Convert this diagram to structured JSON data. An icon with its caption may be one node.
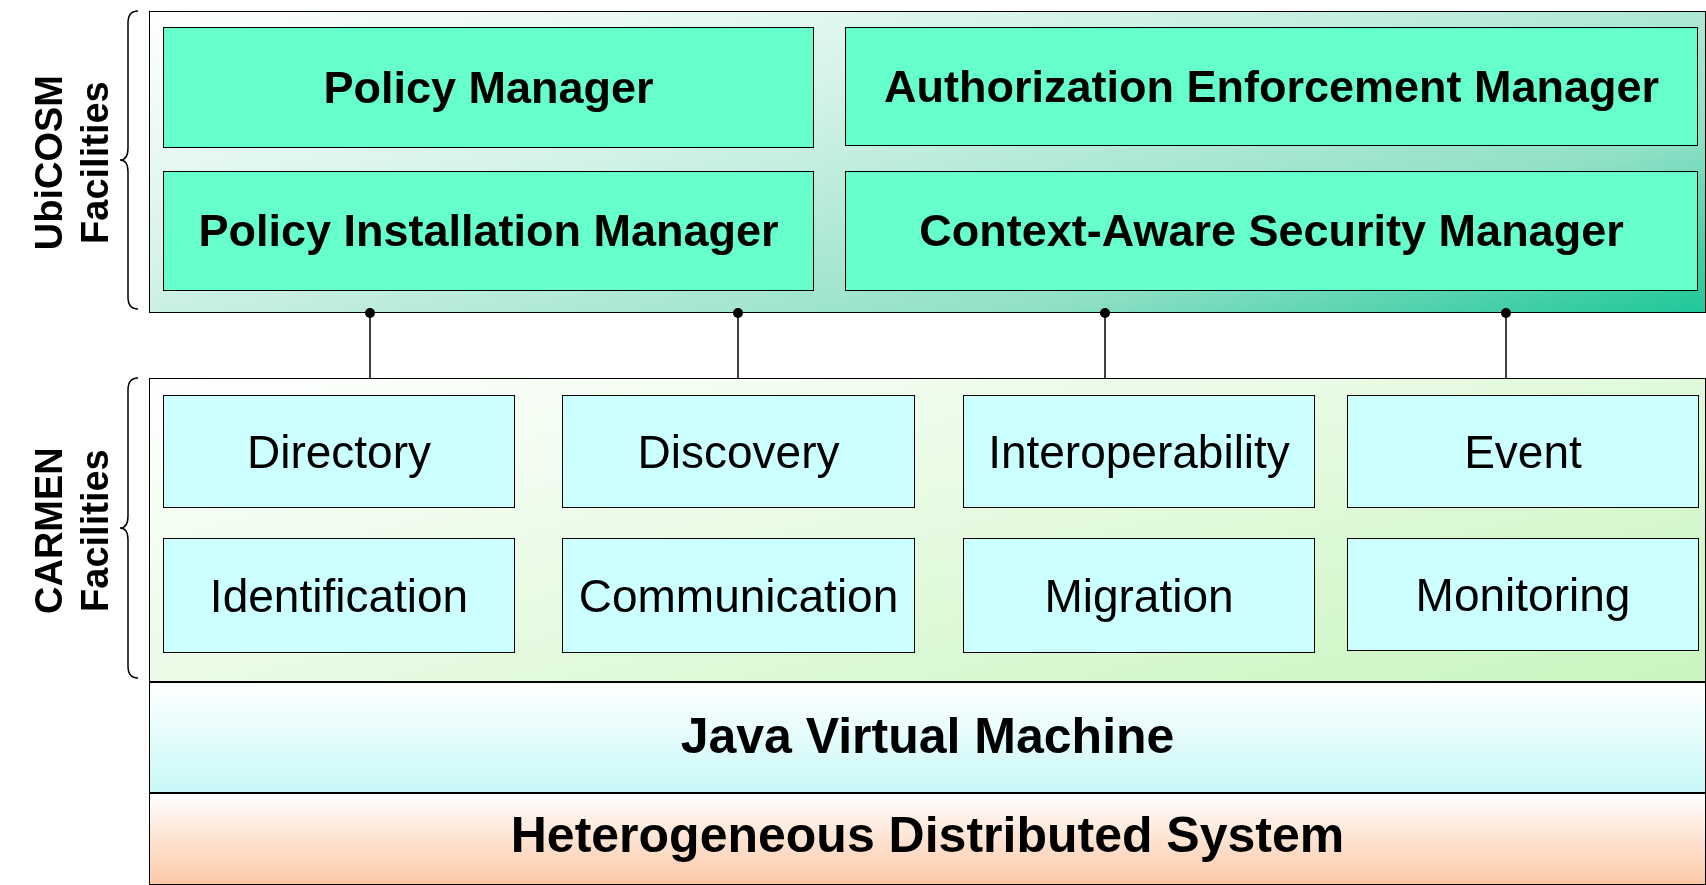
{
  "diagram": {
    "nodes": [
      {
        "text": [
          "UbiCOSM Facilities"
        ]
      },
      {
        "text": [
          "Policy Manager"
        ],
        "in": 0
      },
      {
        "text": [
          "Authorization Enforcement Manager"
        ],
        "in": 0
      },
      {
        "text": [
          "Policy Installation Manager"
        ],
        "in": 0
      },
      {
        "text": [
          "Context-Aware Security Manager"
        ],
        "in": 0
      },
      {
        "text": [
          "CARMEN Facilities"
        ]
      },
      {
        "text": [
          "Directory"
        ],
        "in": 5
      },
      {
        "text": [
          "Discovery"
        ],
        "in": 5
      },
      {
        "text": [
          "Interoperability"
        ],
        "in": 5
      },
      {
        "text": [
          "Event"
        ],
        "in": 5
      },
      {
        "text": [
          "Identification"
        ],
        "in": 5
      },
      {
        "text": [
          "Communication"
        ],
        "in": 5
      },
      {
        "text": [
          "Migration"
        ],
        "in": 5
      },
      {
        "text": [
          "Monitoring"
        ],
        "in": 5
      },
      {
        "text": [
          "Java Virtual Machine"
        ]
      },
      {
        "text": [
          "Heterogeneous Distributed System"
        ]
      }
    ],
    "edges": [
      {
        "from": 0,
        "to": 5,
        "arrow": "other"
      },
      {
        "from": 0,
        "to": 5,
        "arrow": "other"
      },
      {
        "from": 0,
        "to": 5,
        "arrow": "other"
      },
      {
        "from": 0,
        "to": 5,
        "arrow": "other"
      }
    ]
  }
}
